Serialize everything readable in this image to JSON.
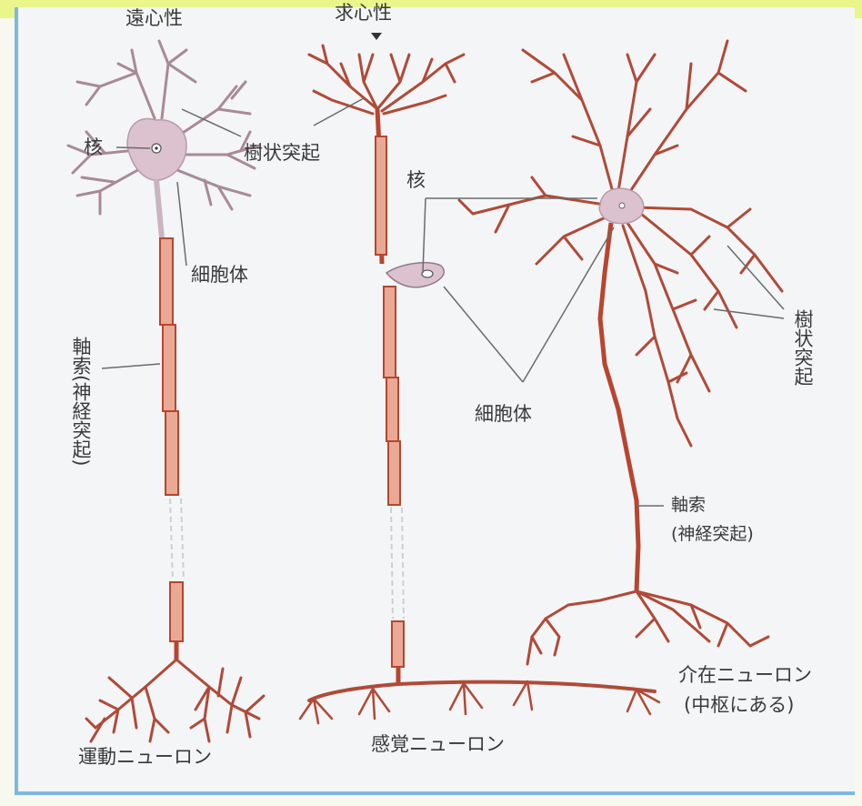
{
  "labels": {
    "centripetal": "遠心性",
    "afferent": "求心性",
    "nucleus_motor": "核",
    "dendrite_center": "樹状突起",
    "nucleus_sensory": "核",
    "cell_body_motor": "細胞体",
    "axon_motor": "軸索(神経突起)",
    "cell_body_sensory": "細胞体",
    "dendrite_inter": "樹状突起",
    "axon_inter": "軸索",
    "axon_inter_paren": "(神経突起)",
    "inter_neuron": "介在ニューロン",
    "inter_location": "(中枢にある)",
    "motor_neuron": "運動ニューロン",
    "sensory_neuron": "感覚ニューロン"
  },
  "colors": {
    "axon": "#b8452f",
    "myelin": "#e9a995",
    "soma": "#dcc2cf",
    "line": "#6b6b6b",
    "border": "#7fb7dd",
    "text": "#3a3a3a"
  }
}
